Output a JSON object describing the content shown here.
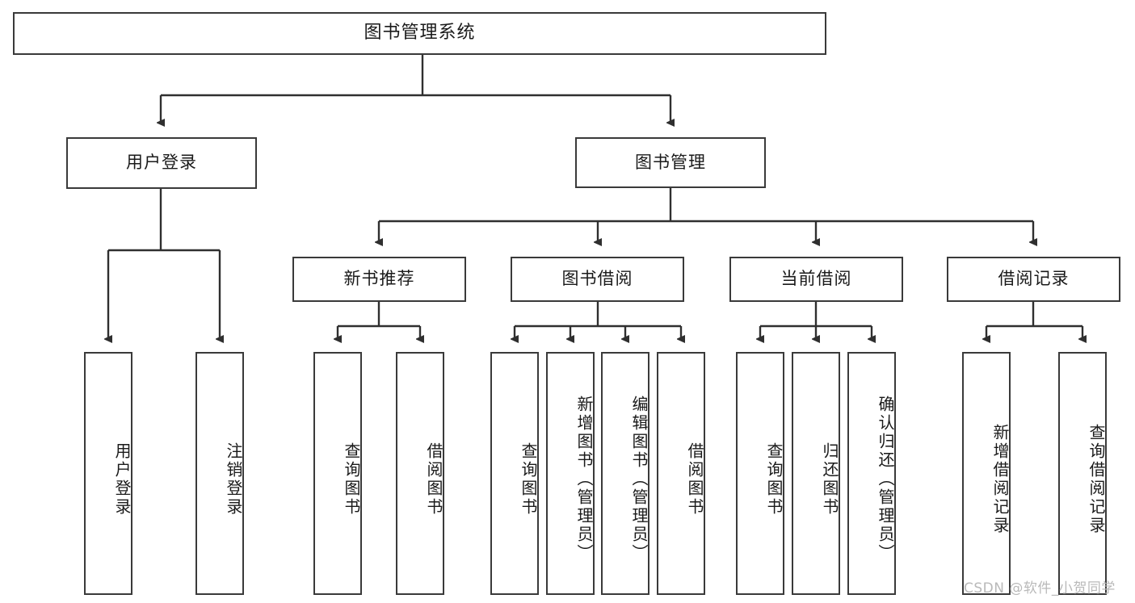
{
  "diagram": {
    "title_text": "图书管理系统",
    "watermark": "CSDN @软件_小贺同学",
    "line_color": "#2f2f2f",
    "box_border_color": "#3a3a3a",
    "box_fill_color": "#ffffff",
    "text_color": "#1a1a1a",
    "levels": {
      "root": {
        "label": "图书管理系统"
      },
      "level2": [
        {
          "label": "用户登录"
        },
        {
          "label": "图书管理"
        }
      ],
      "level3": [
        {
          "label": "新书推荐"
        },
        {
          "label": "图书借阅"
        },
        {
          "label": "当前借阅"
        },
        {
          "label": "借阅记录"
        }
      ],
      "leaves": {
        "user_login": [
          {
            "label": "用户登录"
          },
          {
            "label": "注销登录"
          }
        ],
        "new_book_recommend": [
          {
            "label": "查询图书"
          },
          {
            "label": "借阅图书"
          }
        ],
        "book_borrow": [
          {
            "label": "查询图书"
          },
          {
            "label": "新增图书（管理员）"
          },
          {
            "label": "编辑图书（管理员）"
          },
          {
            "label": "借阅图书"
          }
        ],
        "current_borrow": [
          {
            "label": "查询图书"
          },
          {
            "label": "归还图书"
          },
          {
            "label": "确认归还（管理员）"
          }
        ],
        "borrow_record": [
          {
            "label": "新增借阅记录"
          },
          {
            "label": "查询借阅记录"
          }
        ]
      }
    }
  }
}
